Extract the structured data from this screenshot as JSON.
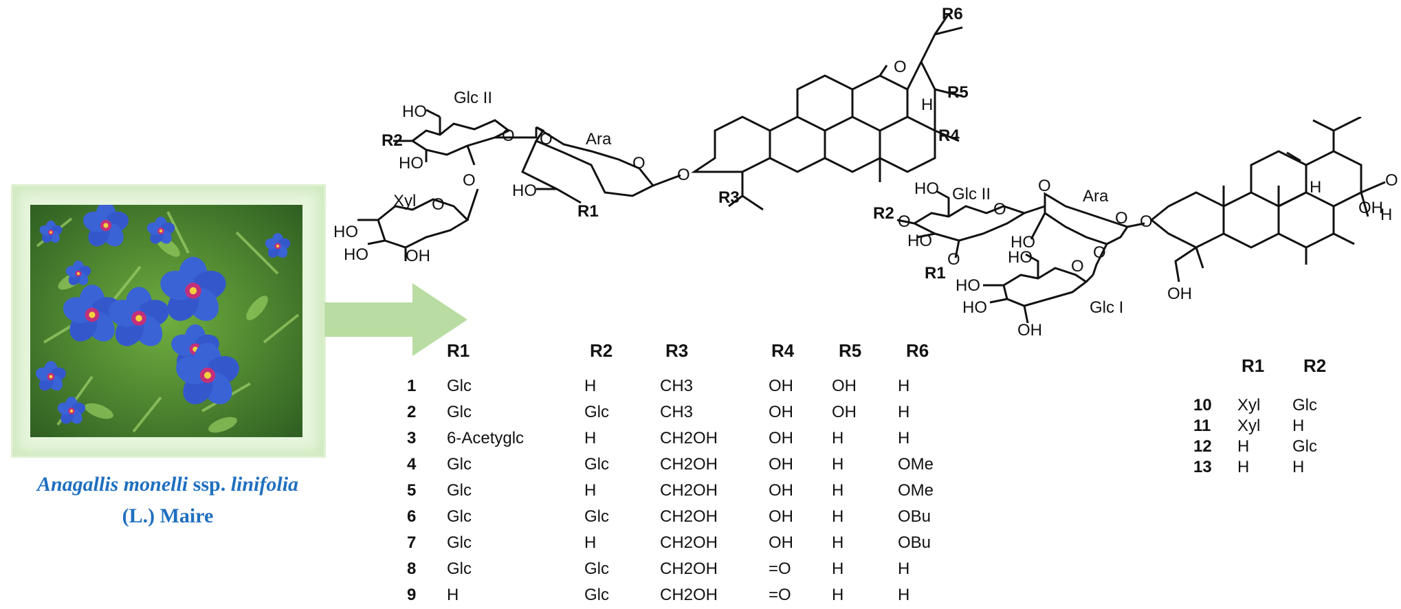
{
  "caption": {
    "genus_species": "Anagallis monelli",
    "ssp": "ssp.",
    "variety": "linifolia",
    "author": "(L.) Maire"
  },
  "structure1_labels": {
    "glc2": "Glc II",
    "ara": "Ara",
    "xyl": "Xyl",
    "ho": "HO",
    "oh": "OH",
    "o": "O",
    "h": "H",
    "r1": "R1",
    "r2": "R2",
    "r3": "R3",
    "r4": "R4",
    "r5": "R5",
    "r6": "R6"
  },
  "structure2_labels": {
    "glc2": "Glc II",
    "glc1": "Glc I",
    "ara": "Ara",
    "ho": "HO",
    "oh": "OH",
    "o": "O",
    "h": "H",
    "r1": "R1",
    "r2": "R2"
  },
  "table1": {
    "headers": [
      "R1",
      "R2",
      "R3",
      "R4",
      "R5",
      "R6"
    ],
    "rows": [
      {
        "id": "1",
        "r1": "Glc",
        "r2": "H",
        "r3": "CH3",
        "r4": "OH",
        "r5": "OH",
        "r6": "H"
      },
      {
        "id": "2",
        "r1": "Glc",
        "r2": "Glc",
        "r3": "CH3",
        "r4": "OH",
        "r5": "OH",
        "r6": "H"
      },
      {
        "id": "3",
        "r1": "6-Acetyglc",
        "r2": "H",
        "r3": "CH2OH",
        "r4": "OH",
        "r5": "H",
        "r6": "H"
      },
      {
        "id": "4",
        "r1": "Glc",
        "r2": "Glc",
        "r3": "CH2OH",
        "r4": "OH",
        "r5": "H",
        "r6": "OMe"
      },
      {
        "id": "5",
        "r1": "Glc",
        "r2": "H",
        "r3": "CH2OH",
        "r4": "OH",
        "r5": "H",
        "r6": "OMe"
      },
      {
        "id": "6",
        "r1": "Glc",
        "r2": "Glc",
        "r3": "CH2OH",
        "r4": "OH",
        "r5": "H",
        "r6": "OBu"
      },
      {
        "id": "7",
        "r1": "Glc",
        "r2": "H",
        "r3": "CH2OH",
        "r4": "OH",
        "r5": "H",
        "r6": "OBu"
      },
      {
        "id": "8",
        "r1": "Glc",
        "r2": "Glc",
        "r3": "CH2OH",
        "r4": "=O",
        "r5": "H",
        "r6": "H"
      },
      {
        "id": "9",
        "r1": "H",
        "r2": "Glc",
        "r3": "CH2OH",
        "r4": "=O",
        "r5": "H",
        "r6": "H"
      }
    ]
  },
  "table2": {
    "headers": [
      "R1",
      "R2"
    ],
    "rows": [
      {
        "id": "10",
        "r1": "Xyl",
        "r2": "Glc"
      },
      {
        "id": "11",
        "r1": "Xyl",
        "r2": "H"
      },
      {
        "id": "12",
        "r1": "H",
        "r2": "Glc"
      },
      {
        "id": "13",
        "r1": "H",
        "r2": "H"
      }
    ]
  },
  "colors": {
    "caption": "#1f6fbf",
    "arrow": "#b9dca2",
    "frame_glow": "#cfe9bf",
    "petal": "#3a63d6",
    "petal_center": "#c2307a",
    "foliage": "#3f7a2c"
  }
}
